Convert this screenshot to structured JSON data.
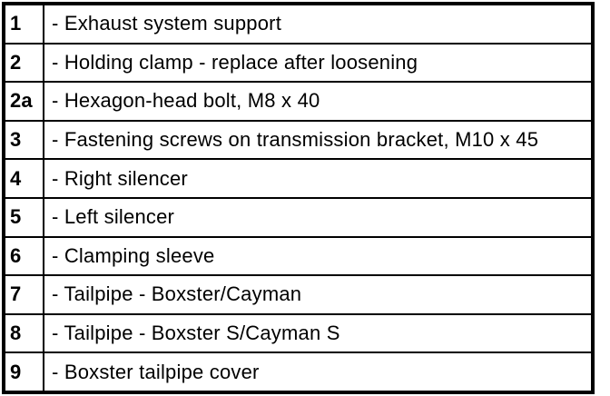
{
  "colors": {
    "border": "#000000",
    "background": "#ffffff",
    "text": "#000000"
  },
  "table": {
    "rows": [
      {
        "id": "1",
        "description": "- Exhaust system support"
      },
      {
        "id": "2",
        "description": "- Holding clamp - replace after loosening"
      },
      {
        "id": "2a",
        "description": "- Hexagon-head bolt, M8 x 40"
      },
      {
        "id": "3",
        "description": "- Fastening screws on transmission bracket, M10 x 45"
      },
      {
        "id": "4",
        "description": "- Right silencer"
      },
      {
        "id": "5",
        "description": "- Left silencer"
      },
      {
        "id": "6",
        "description": "- Clamping sleeve"
      },
      {
        "id": "7",
        "description": "- Tailpipe - Boxster/Cayman"
      },
      {
        "id": "8",
        "description": "- Tailpipe - Boxster S/Cayman S"
      },
      {
        "id": "9",
        "description": "- Boxster tailpipe cover"
      }
    ]
  }
}
